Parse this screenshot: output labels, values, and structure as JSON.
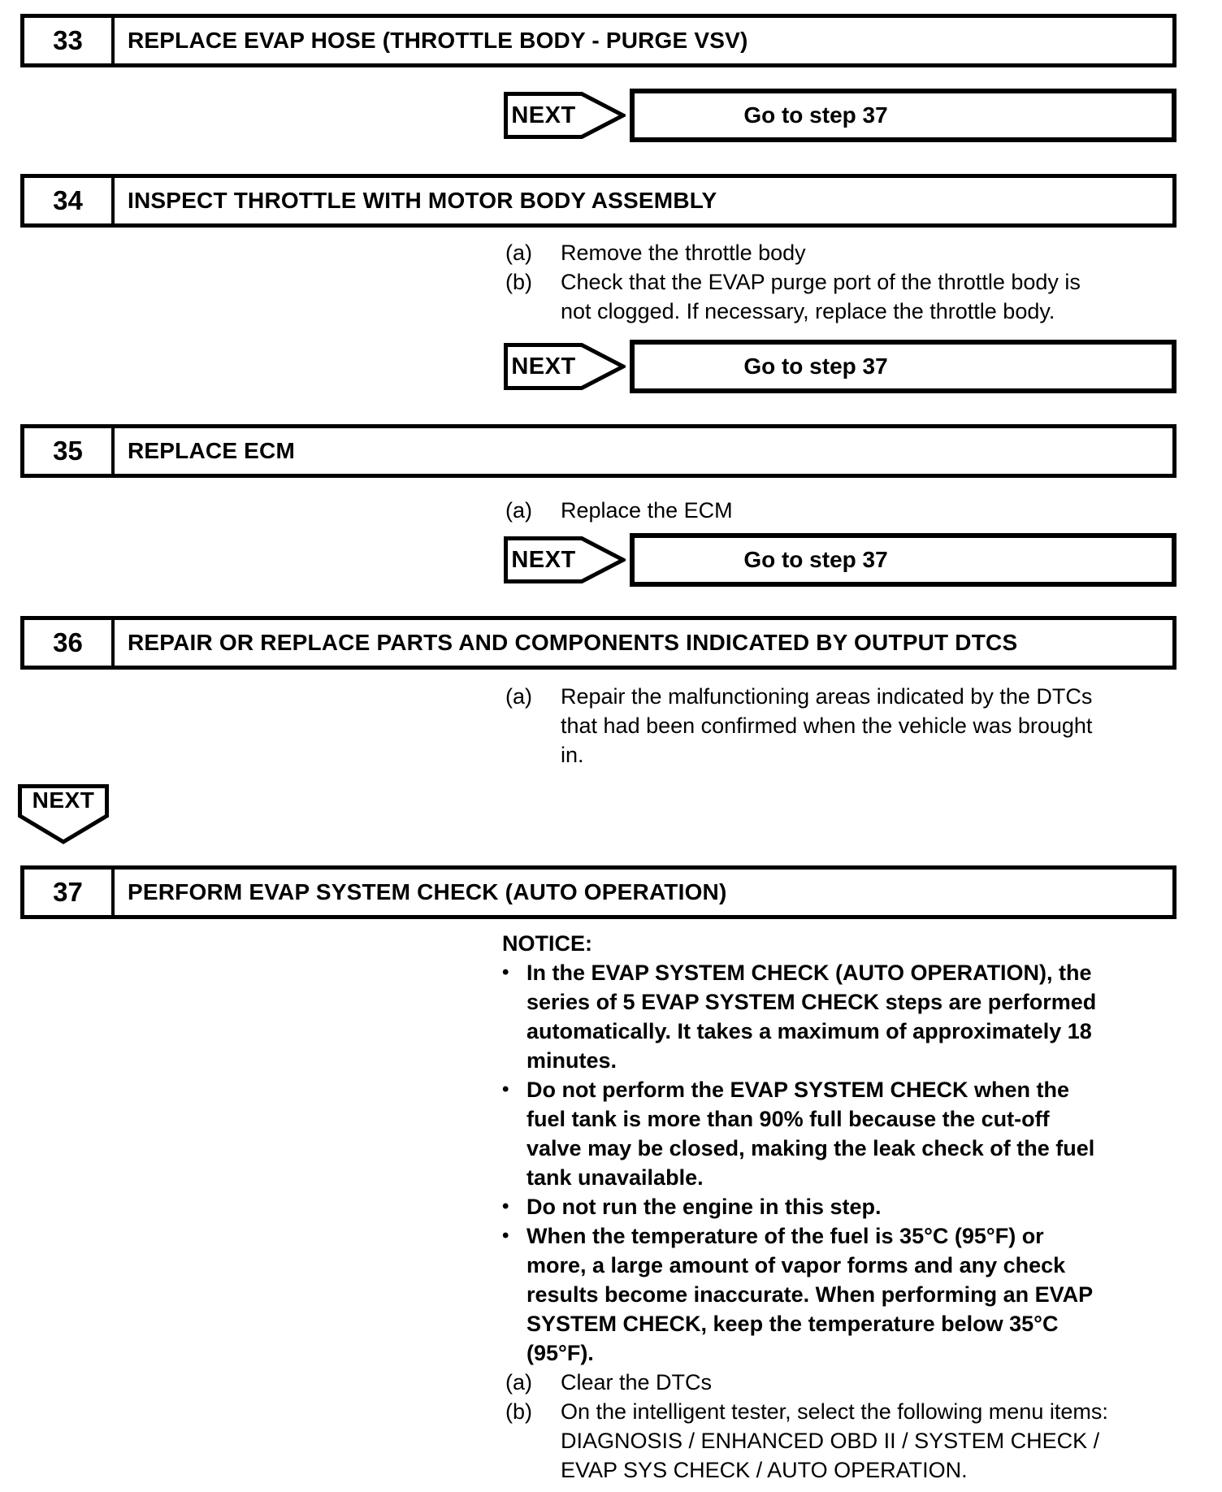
{
  "colors": {
    "ink": "#000000",
    "paper": "#ffffff"
  },
  "steps": [
    {
      "number": "33",
      "title": "REPLACE EVAP HOSE (THROTTLE BODY - PURGE VSV)",
      "next": {
        "label": "NEXT",
        "goto": "Go to step 37"
      }
    },
    {
      "number": "34",
      "title": "INSPECT THROTTLE WITH MOTOR BODY ASSEMBLY",
      "items": [
        {
          "label": "(a)",
          "lines": [
            "Remove the throttle body"
          ]
        },
        {
          "label": "(b)",
          "lines": [
            "Check that the EVAP purge port of the throttle body is",
            "not clogged. If necessary, replace the throttle body."
          ]
        }
      ],
      "next": {
        "label": "NEXT",
        "goto": "Go to step 37"
      }
    },
    {
      "number": "35",
      "title": "REPLACE ECM",
      "items": [
        {
          "label": "(a)",
          "lines": [
            "Replace the ECM"
          ]
        }
      ],
      "next": {
        "label": "NEXT",
        "goto": "Go to step 37"
      }
    },
    {
      "number": "36",
      "title": "REPAIR OR REPLACE PARTS AND COMPONENTS INDICATED BY OUTPUT DTCS",
      "items": [
        {
          "label": "(a)",
          "lines": [
            "Repair the malfunctioning areas indicated by the DTCs",
            "that had been confirmed when the vehicle was brought",
            "in."
          ]
        }
      ],
      "next_down": {
        "label": "NEXT"
      }
    },
    {
      "number": "37",
      "title": "PERFORM EVAP SYSTEM CHECK (AUTO OPERATION)",
      "notice": {
        "heading": "NOTICE:",
        "bullet": "•",
        "bullets": [
          {
            "lines": [
              "In the EVAP SYSTEM CHECK (AUTO OPERATION), the",
              "series of 5 EVAP SYSTEM CHECK steps are performed",
              "automatically. It takes a maximum of approximately 18",
              "minutes."
            ]
          },
          {
            "lines": [
              "Do not perform the EVAP SYSTEM CHECK when the",
              "fuel tank is more than 90% full because the cut-off",
              "valve may be closed, making the leak check of the fuel",
              "tank unavailable."
            ]
          },
          {
            "lines": [
              "Do not run the engine in this step."
            ]
          },
          {
            "lines": [
              "When the temperature of the fuel is 35°C (95°F) or",
              "more, a large amount of vapor forms and any check",
              "results become inaccurate. When performing an EVAP",
              "SYSTEM CHECK, keep the temperature below 35°C",
              "(95°F)."
            ]
          }
        ]
      },
      "items": [
        {
          "label": "(a)",
          "lines": [
            "Clear the DTCs"
          ]
        },
        {
          "label": "(b)",
          "lines": [
            "On the intelligent tester, select the following menu items:",
            "DIAGNOSIS / ENHANCED OBD II / SYSTEM CHECK /",
            "EVAP SYS CHECK / AUTO OPERATION."
          ]
        }
      ]
    }
  ]
}
